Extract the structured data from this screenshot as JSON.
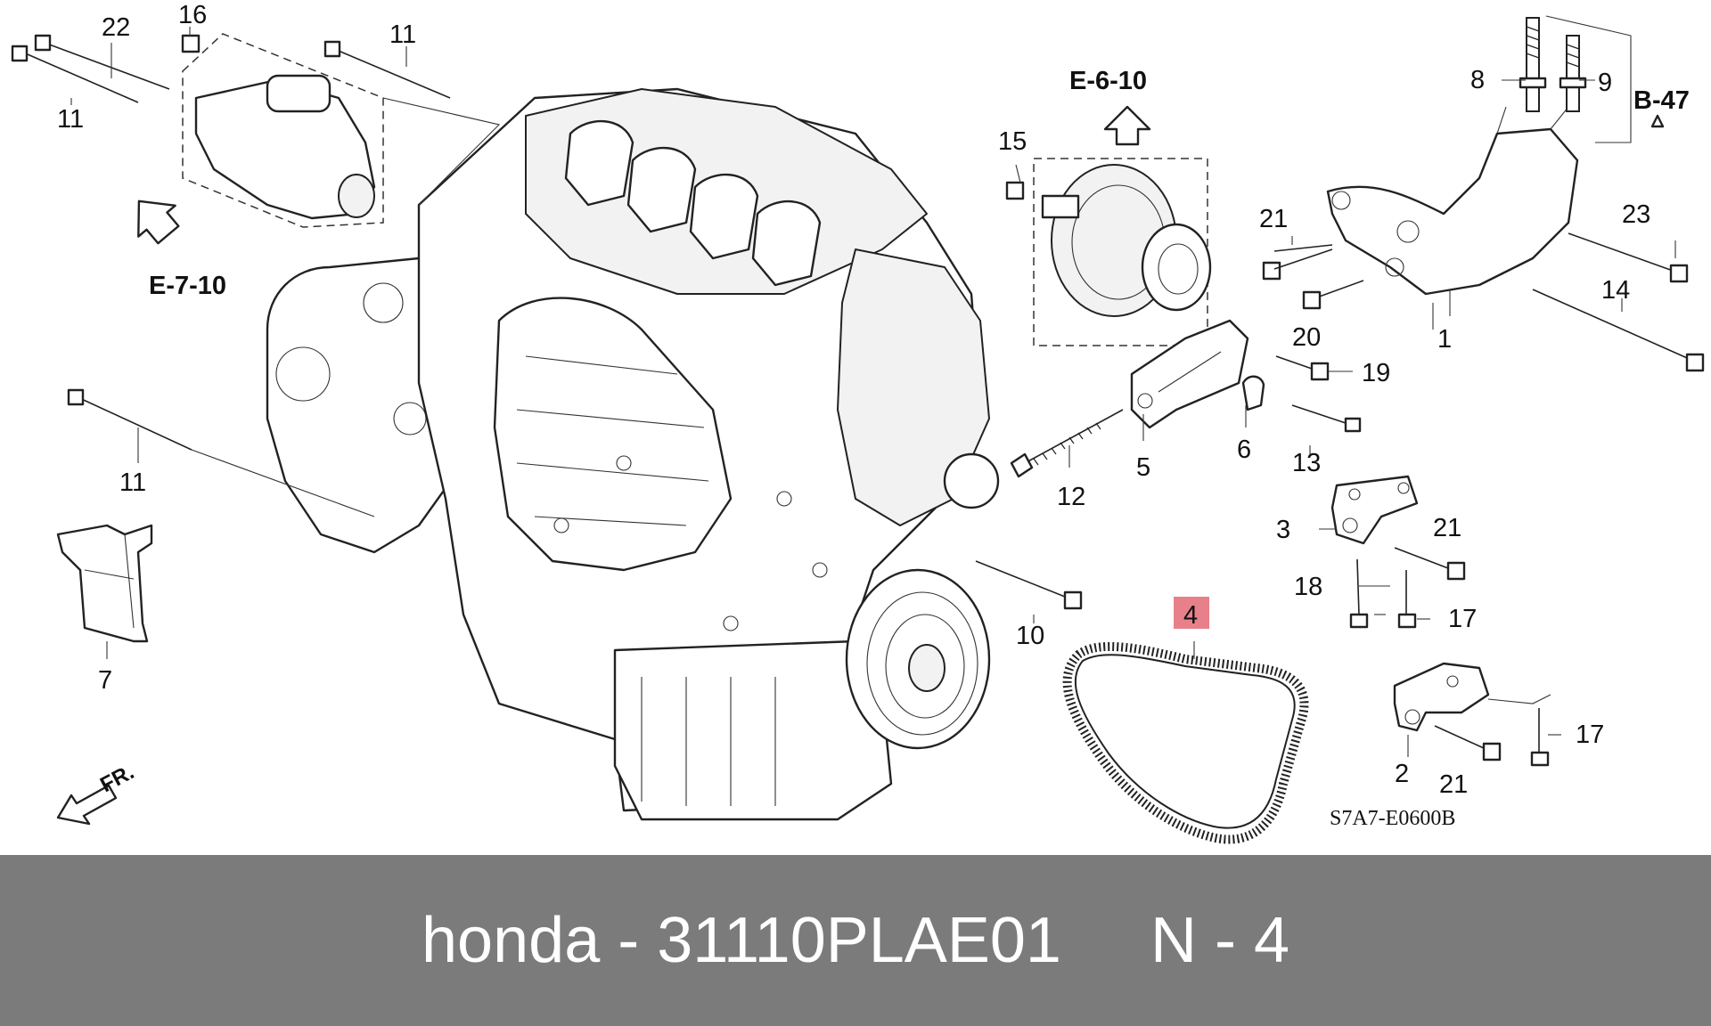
{
  "diagram": {
    "code": "S7A7-E0600B",
    "references": {
      "e6": "E-6-10",
      "e7": "E-7-10",
      "b47": "B-47"
    },
    "direction_label": "FR.",
    "callouts": {
      "c1": "1",
      "c2": "2",
      "c3": "3",
      "c4": "4",
      "c5": "5",
      "c6": "6",
      "c7": "7",
      "c8": "8",
      "c9": "9",
      "c10": "10",
      "c11a": "11",
      "c11b": "11",
      "c11c": "11",
      "c12": "12",
      "c13": "13",
      "c14": "14",
      "c15": "15",
      "c16": "16",
      "c17a": "17",
      "c17b": "17",
      "c18": "18",
      "c19": "19",
      "c20": "20",
      "c21a": "21",
      "c21b": "21",
      "c21c": "21",
      "c22": "22",
      "c23": "23"
    },
    "highlight_color": "#e8808a"
  },
  "footer": {
    "caption": "honda - 31110PLAE01     N - 4",
    "background": "#7b7b7b"
  }
}
